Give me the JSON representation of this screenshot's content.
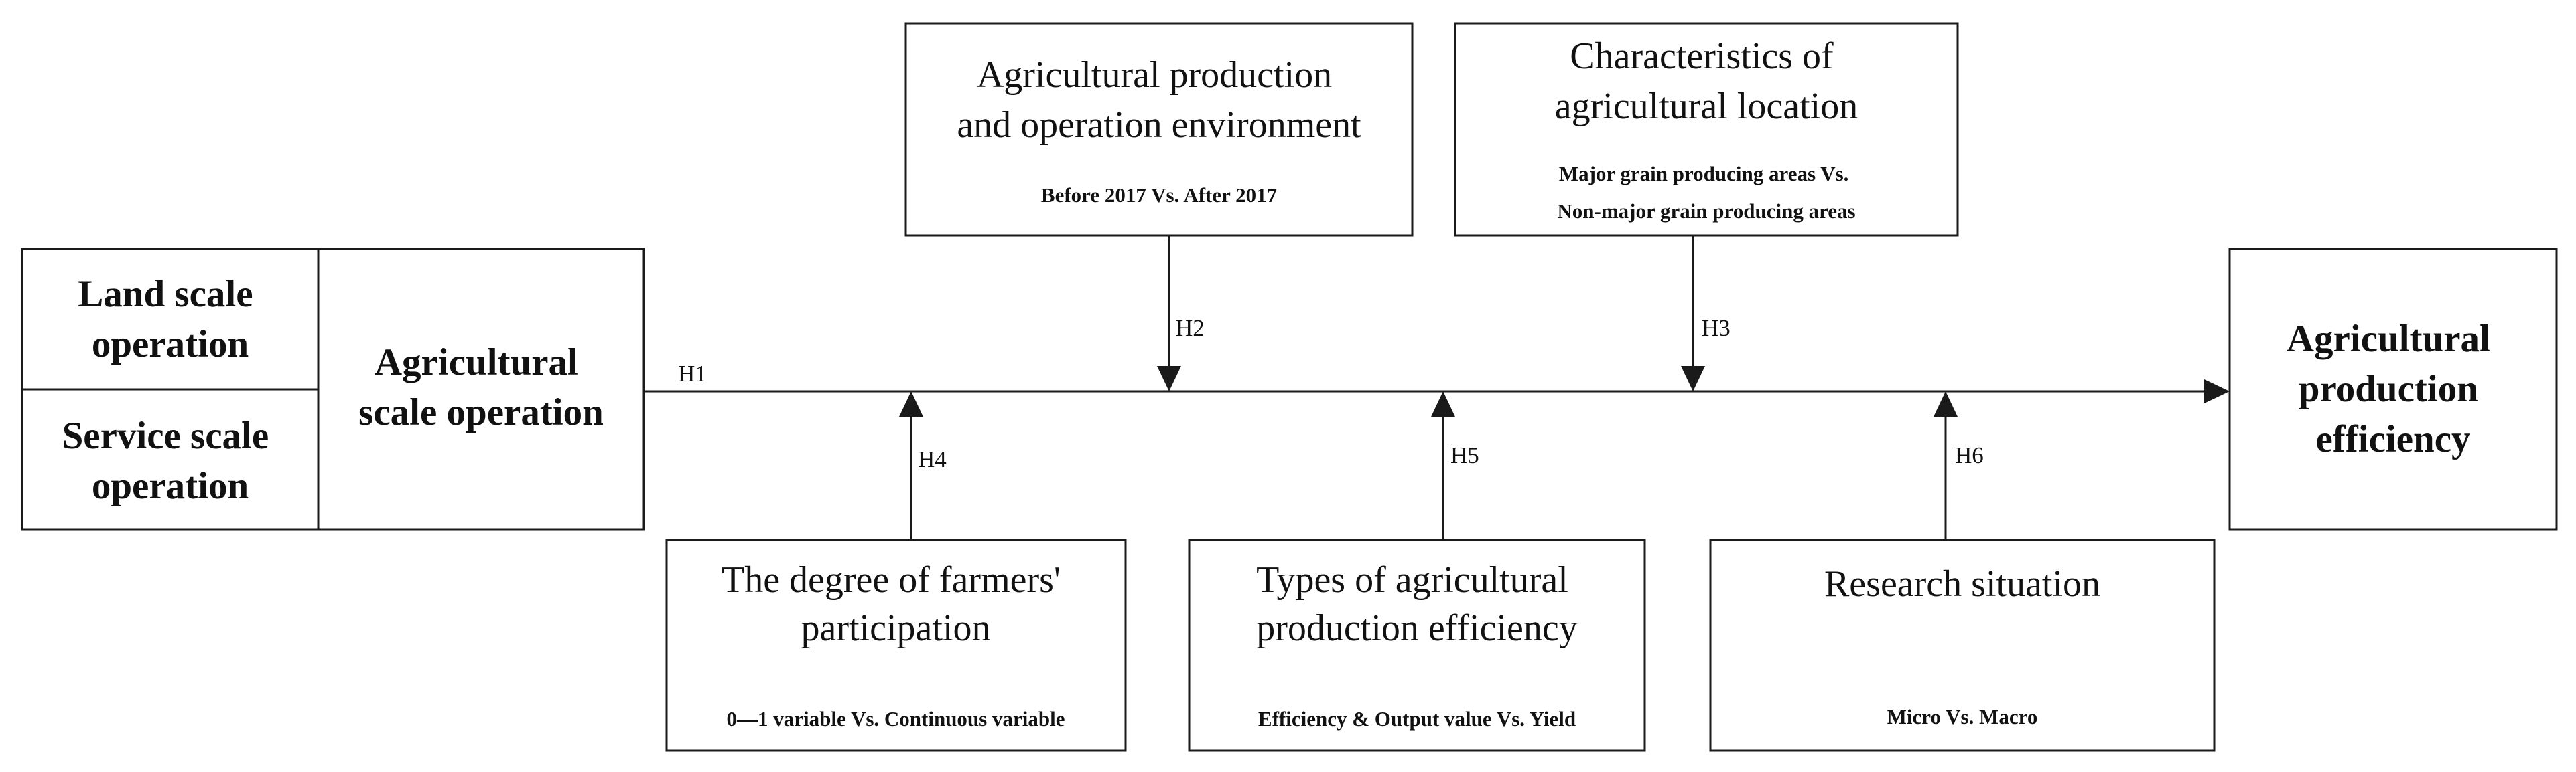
{
  "left": {
    "land": [
      "Land scale",
      "operation"
    ],
    "service": [
      "Service scale",
      "operation"
    ],
    "main": [
      "Agricultural",
      "scale operation"
    ]
  },
  "right": [
    "Agricultural",
    "production",
    "efficiency"
  ],
  "top": [
    {
      "title": [
        "Agricultural production",
        "and operation environment"
      ],
      "sub": [
        "Before 2017 Vs. After 2017"
      ]
    },
    {
      "title": [
        "Characteristics of",
        "agricultural location"
      ],
      "sub": [
        "Major grain producing areas Vs.",
        "Non-major grain producing areas"
      ]
    }
  ],
  "bottom": [
    {
      "title": [
        "The degree of farmers'",
        "participation"
      ],
      "sub": [
        "0—1 variable  Vs. Continuous variable"
      ]
    },
    {
      "title": [
        "Types of agricultural",
        "production efficiency"
      ],
      "sub": [
        "Efficiency & Output value Vs. Yield"
      ]
    },
    {
      "title": [
        "Research situation"
      ],
      "sub": [
        "Micro Vs. Macro"
      ]
    }
  ],
  "hypotheses": {
    "h1": "H1",
    "h2": "H2",
    "h3": "H3",
    "h4": "H4",
    "h5": "H5",
    "h6": "H6"
  }
}
